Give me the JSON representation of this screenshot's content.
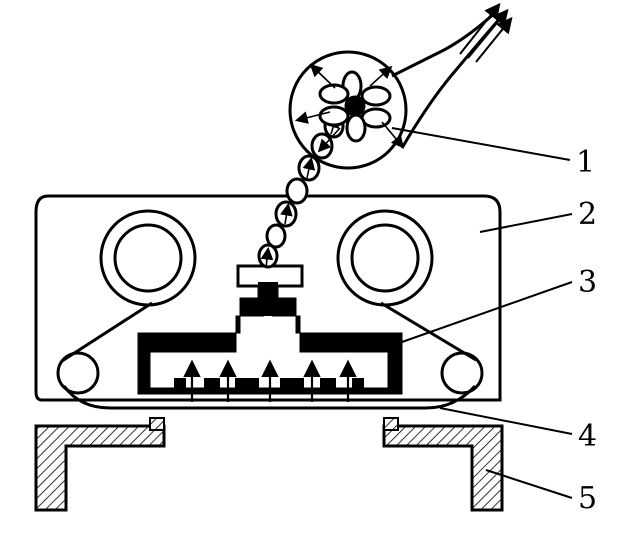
{
  "diagram": {
    "callouts": [
      {
        "id": "1",
        "label": "1"
      },
      {
        "id": "2",
        "label": "2"
      },
      {
        "id": "3",
        "label": "3"
      },
      {
        "id": "4",
        "label": "4"
      },
      {
        "id": "5",
        "label": "5"
      }
    ]
  },
  "colors": {
    "ink": "#000000",
    "paper": "#ffffff"
  }
}
